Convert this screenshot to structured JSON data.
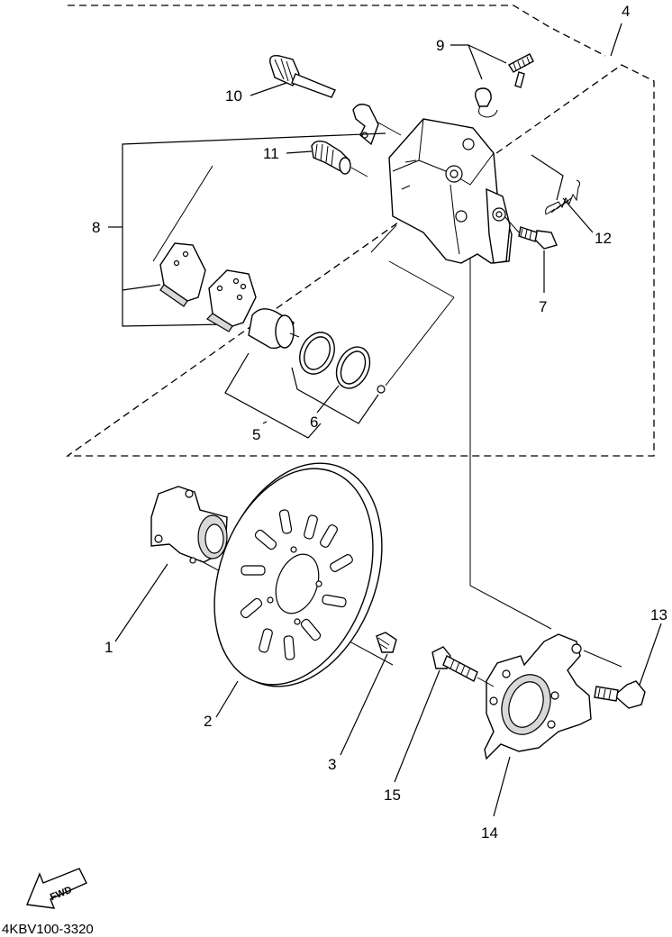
{
  "diagram_code": "4KBV100-3320",
  "fwd_label": "FWD",
  "callouts": [
    {
      "id": "c1",
      "text": "1"
    },
    {
      "id": "c2",
      "text": "2"
    },
    {
      "id": "c3",
      "text": "3"
    },
    {
      "id": "c4",
      "text": "4"
    },
    {
      "id": "c5",
      "text": "5"
    },
    {
      "id": "c6",
      "text": "6"
    },
    {
      "id": "c7",
      "text": "7"
    },
    {
      "id": "c8",
      "text": "8"
    },
    {
      "id": "c9",
      "text": "9"
    },
    {
      "id": "c10",
      "text": "10"
    },
    {
      "id": "c11",
      "text": "11"
    },
    {
      "id": "c12",
      "text": "12"
    },
    {
      "id": "c13",
      "text": "13"
    },
    {
      "id": "c14",
      "text": "14"
    },
    {
      "id": "c15",
      "text": "15"
    }
  ]
}
